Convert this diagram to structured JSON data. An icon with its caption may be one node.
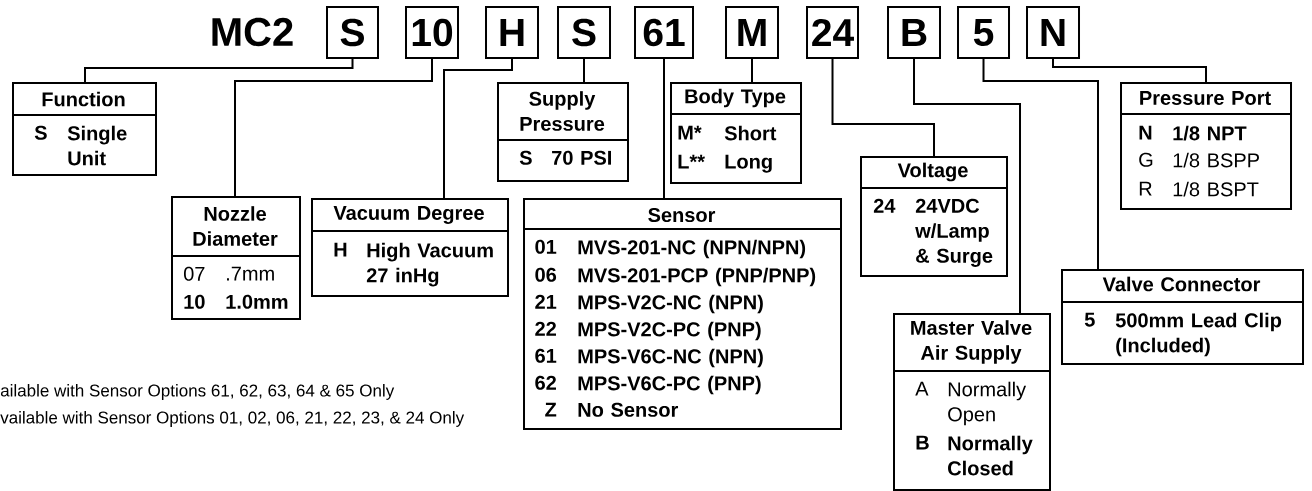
{
  "diagram": {
    "nodes": [
      {
        "text": [
          "S"
        ]
      },
      {
        "text": [
          "10"
        ]
      },
      {
        "text": [
          "H"
        ]
      },
      {
        "text": [
          "S"
        ]
      },
      {
        "text": [
          "61"
        ]
      },
      {
        "text": [
          "M"
        ]
      },
      {
        "text": [
          "24"
        ]
      },
      {
        "text": [
          "B"
        ]
      },
      {
        "text": [
          "5"
        ]
      },
      {
        "text": [
          "N"
        ]
      },
      {
        "text": [
          "Function",
          "S",
          "Single Unit"
        ]
      },
      {
        "text": [
          "Nozzle Diameter",
          "07",
          ".7mm",
          "10",
          "1.0mm"
        ]
      },
      {
        "text": [
          "Vacuum Degree",
          "H",
          "High Vacuum 27 inHg"
        ]
      },
      {
        "text": [
          "Supply Pressure",
          "S",
          "70 PSI"
        ]
      },
      {
        "text": [
          "Sensor",
          "01",
          "MVS-201-NC (NPN/NPN)",
          "06",
          "MVS-201-PCP (PNP/PNP)",
          "21",
          "MPS-V2C-NC (NPN)",
          "22",
          "MPS-V2C-PC (PNP)",
          "61",
          "MPS-V6C-NC (NPN)",
          "62",
          "MPS-V6C-PC (PNP)",
          "Z",
          "No Sensor"
        ]
      },
      {
        "text": [
          "Body Type",
          "M*",
          "Short",
          "L**",
          "Long"
        ]
      },
      {
        "text": [
          "Voltage",
          "24",
          "24VDC w/Lamp & Surge"
        ]
      },
      {
        "text": [
          "Master Valve Air Supply",
          "A",
          "Normally Open",
          "B",
          "Normally Closed"
        ]
      },
      {
        "text": [
          "Valve Connector",
          "5",
          "500mm Lead Clip (Included)"
        ]
      },
      {
        "text": [
          "Pressure Port",
          "N",
          "1/8 NPT",
          "G",
          "1/8 BSPP",
          "R",
          "1/8 BSPT"
        ]
      }
    ],
    "edges": [
      {
        "from": 0,
        "to": 10,
        "arrow": "none"
      },
      {
        "from": 1,
        "to": 11,
        "arrow": "none"
      },
      {
        "from": 2,
        "to": 12,
        "arrow": "none"
      },
      {
        "from": 3,
        "to": 13,
        "arrow": "none"
      },
      {
        "from": 4,
        "to": 14,
        "arrow": "none"
      },
      {
        "from": 5,
        "to": 15,
        "arrow": "none"
      },
      {
        "from": 6,
        "to": 16,
        "arrow": "none"
      },
      {
        "from": 7,
        "to": 17,
        "arrow": "none"
      },
      {
        "from": 8,
        "to": 18,
        "arrow": "none"
      },
      {
        "from": 9,
        "to": 19,
        "arrow": "none"
      }
    ],
    "labels": [
      "MC2",
      "ailable with Sensor Options 61, 62, 63, 64 & 65 Only",
      "vailable with Sensor Options 01, 02, 06, 21, 22, 23, & 24 Only"
    ]
  }
}
